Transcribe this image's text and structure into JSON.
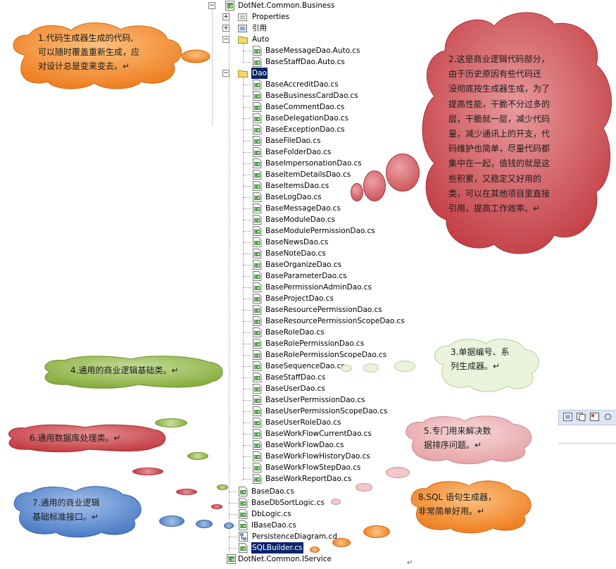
{
  "tree": {
    "root_top": "DotNet.Common.Business",
    "root_bottom": "DotNet.Common.IService",
    "properties": "Properties",
    "references": "引用",
    "auto_folder": "Auto",
    "auto_files": [
      "BaseMessageDao.Auto.cs",
      "BaseStaffDao.Auto.cs"
    ],
    "dao_folder": "Dao",
    "dao_files": [
      "BaseAccreditDao.cs",
      "BaseBusinessCardDao.cs",
      "BaseCommentDao.cs",
      "BaseDelegationDao.cs",
      "BaseExceptionDao.cs",
      "BaseFileDao.cs",
      "BaseFolderDao.cs",
      "BaseImpersonationDao.cs",
      "BaseItemDetailsDao.cs",
      "BaseItemsDao.cs",
      "BaseLogDao.cs",
      "BaseMessageDao.cs",
      "BaseModuleDao.cs",
      "BaseModulePermissionDao.cs",
      "BaseNewsDao.cs",
      "BaseNoteDao.cs",
      "BaseOrganizeDao.cs",
      "BaseParameterDao.cs",
      "BasePermissionAdminDao.cs",
      "BaseProjectDao.cs",
      "BaseResourcePermissionDao.cs",
      "BaseResourcePermissionScopeDao.cs",
      "BaseRoleDao.cs",
      "BaseRolePermissionDao.cs",
      "BaseRolePermissionScopeDao.cs",
      "BaseSequenceDao.cs",
      "BaseStaffDao.cs",
      "BaseUserDao.cs",
      "BaseUserPermissionDao.cs",
      "BaseUserPermissionScopeDao.cs",
      "BaseUserRoleDao.cs",
      "BaseWorkFlowCurrentDao.cs",
      "BaseWorkFlowDao.cs",
      "BaseWorkFlowHistoryDao.cs",
      "BaseWorkFlowStepDao.cs",
      "BaseWorkReportDao.cs"
    ],
    "root_files": [
      "BaseDao.cs",
      "BaseDbSortLogic.cs",
      "DbLogic.cs",
      "IBaseDao.cs"
    ],
    "diagram_file": "PersistenceDiagram.cd",
    "selected_file": "SQLBuilder.cs"
  },
  "callouts": {
    "c1": [
      "1.代码生成器生成的代码,",
      "可以随时覆盖重新生成，应",
      "对设计总是变来变去。↵"
    ],
    "c2": [
      "2.这是商业逻辑代码部分，",
      "由于历史原因有些代码还",
      "没彻底按生成器生成，为了",
      "提高性能，干脆不分过多的",
      "层，干脆就一层，减少代码",
      "量，减少通讯上的开支，代",
      "码维护也简单，尽量代码都",
      "集中在一起，值钱的就是这",
      "些积累，又稳定又好用的",
      "类，可以在其他项目里直接",
      "引用，提高工作效率。↵"
    ],
    "c3": [
      "3.单据编号、系",
      "列生成器。↵"
    ],
    "c4": [
      "4.通用的商业逻辑基础类。↵"
    ],
    "c5": [
      "5.专门用来解决数",
      "据排序问题。↵"
    ],
    "c6": [
      "6.通用数据库处理类。↵"
    ],
    "c7": [
      "7.通用的商业逻辑",
      "基础标准接口。↵"
    ],
    "c8": [
      "8.SQL 语句生成器，",
      "非常简单好用。↵"
    ]
  },
  "colors": {
    "orange": "#f5892e",
    "red": "#c4454a",
    "green": "#8fb54a",
    "light_green": "#e4efd3",
    "pink": "#ebb1b4",
    "blue": "#4f7fc6",
    "selection": "#0a246a"
  },
  "stray_mark": "↵"
}
